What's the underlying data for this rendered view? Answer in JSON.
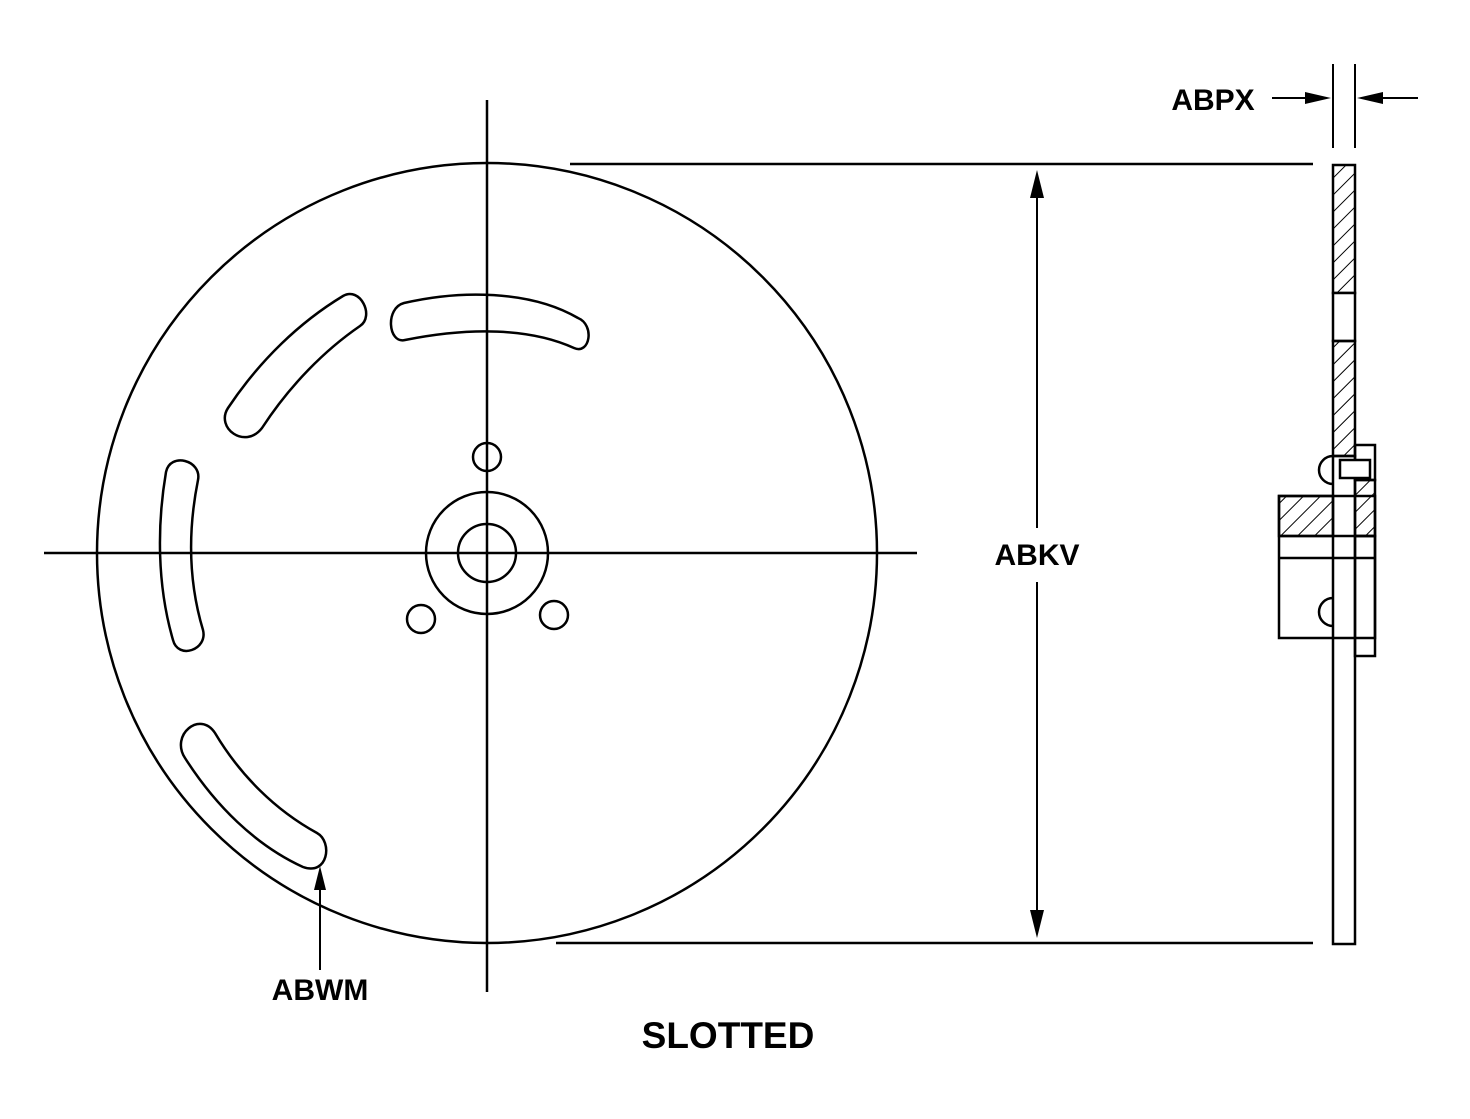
{
  "drawing": {
    "caption": "SLOTTED",
    "dimensions": {
      "thickness": "ABPX",
      "diameter": "ABKV",
      "slot": "ABWM"
    }
  },
  "colors": {
    "line": "#000000",
    "background": "#ffffff"
  }
}
